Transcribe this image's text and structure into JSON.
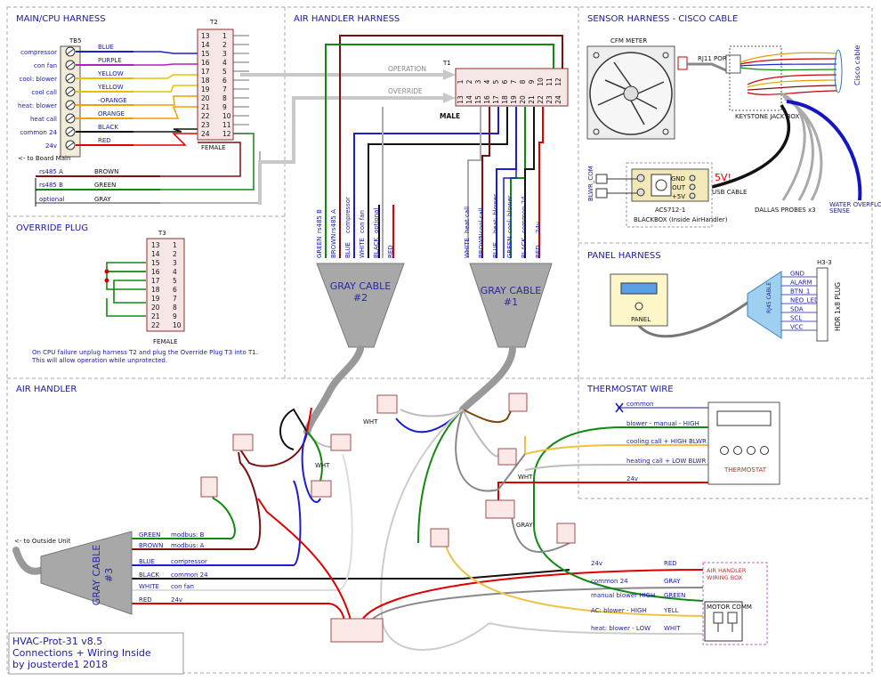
{
  "sections": {
    "main_cpu": "MAIN/CPU HARNESS",
    "air_handler_harness": "AIR HANDLER HARNESS",
    "sensor": "SENSOR HARNESS - CISCO CABLE",
    "override": "OVERRIDE PLUG",
    "panel": "PANEL HARNESS",
    "air_handler": "AIR HANDLER",
    "thermostat": "THERMOSTAT WIRE"
  },
  "tb5": {
    "name": "TB5",
    "terminals": [
      "compressor",
      "con fan",
      "cool: blower",
      "cool call",
      "heat: blower",
      "heat call",
      "common 24",
      "24v"
    ],
    "wires": [
      {
        "color": "BLUE",
        "hex": "#1c1cd0"
      },
      {
        "color": "PURPLE",
        "hex": "#b020c0"
      },
      {
        "color": "YELLOW",
        "hex": "#e8c000"
      },
      {
        "color": "YELLOW",
        "hex": "#e8c000"
      },
      {
        "color": "-ORANGE",
        "hex": "#f0a000"
      },
      {
        "color": "ORANGE",
        "hex": "#f0a000"
      },
      {
        "color": "BLACK",
        "hex": "#111111"
      },
      {
        "color": "RED",
        "hex": "#e00000"
      }
    ],
    "board_note": "<- to Board Main",
    "rs485": [
      {
        "label": "rs485 A",
        "color": "BROWN"
      },
      {
        "label": "rs485 B",
        "color": "GREEN"
      },
      {
        "label": "optional",
        "color": "GRAY"
      }
    ]
  },
  "t2": {
    "name": "T2",
    "left": [
      "13",
      "14",
      "15",
      "16",
      "17",
      "18",
      "19",
      "20",
      "21",
      "22",
      "23",
      "24"
    ],
    "right": [
      "1",
      "2",
      "3",
      "4",
      "5",
      "6",
      "7",
      "8",
      "9",
      "10",
      "11",
      "12"
    ],
    "gender": "FEMALE"
  },
  "t1": {
    "name": "T1",
    "top": [
      "1",
      "2",
      "3",
      "4",
      "5",
      "6",
      "7",
      "8",
      "9",
      "10",
      "11",
      "12"
    ],
    "bottom": [
      "13",
      "14",
      "15",
      "16",
      "17",
      "18",
      "19",
      "20",
      "21",
      "22",
      "23",
      "24"
    ],
    "gender": "MALE",
    "operation": "OPERATION",
    "override": "OVERRIDE"
  },
  "t3": {
    "name": "T3",
    "left": [
      "13",
      "14",
      "15",
      "16",
      "17",
      "18",
      "19",
      "20",
      "21",
      "22"
    ],
    "right": [
      "1",
      "2",
      "3",
      "4",
      "5",
      "6",
      "7",
      "8",
      "9",
      "10"
    ],
    "gender": "FEMALE"
  },
  "override_note": [
    "On CPU failure unplug harness T2 and plug the Override Plug T3 into T1.",
    "This will allow operation while unprotected."
  ],
  "cable2": {
    "title": [
      "GRAY CABLE",
      "#2"
    ],
    "functions": [
      "rs485 B",
      "rs485 A",
      "compressor",
      "con fan",
      "optional"
    ],
    "colors": [
      "GREEN",
      "BROWN",
      "BLUE",
      "WHITE",
      "BLACK",
      "RED"
    ]
  },
  "cable1": {
    "title": [
      "GRAY CABLE",
      "#1"
    ],
    "functions": [
      "heat call",
      "cool call",
      "heat: blower",
      "cool: blower",
      "common 24",
      "24v"
    ],
    "colors": [
      "WHITE",
      "BROWN",
      "BLUE",
      "GREEN",
      "BLACK",
      "RED"
    ]
  },
  "sensor": {
    "cfm": "CFM METER",
    "rj11": "RJ11 PORT",
    "keystone": "KEYSTONE JACK BOX",
    "cisco": "Cisco cable",
    "blwr": "BLWR_COM",
    "acs_pins": [
      "GND",
      "OUT",
      "+5V"
    ],
    "acs_name": "ACS712-1",
    "blackbox": "BLACKBOX (Inside AirHandler)",
    "five_v": "5V!",
    "usb": "USB CABLE",
    "dallas": "DALLAS PROBES x3",
    "overflow": [
      "WATER OVERFLOW",
      "SENSE"
    ]
  },
  "panel": {
    "panel_label": "PANEL",
    "rj45": "RJ45 CABLE",
    "plug_name": "H3-3",
    "plug_title": "HDR 1x8 PLUG",
    "signals": [
      "GND",
      "ALARM",
      "BTN_1",
      "NEO_LED",
      "SDA",
      "SCL",
      "VCC"
    ]
  },
  "thermostat": {
    "lines": [
      "common",
      "blower - manual - HIGH",
      "cooling call + HIGH BLWR",
      "heating call + LOW BLWR",
      "24v"
    ],
    "name": "THERMOSTAT"
  },
  "cable3": {
    "title": [
      "GRAY CABLE",
      "#3"
    ],
    "outside": "<- to Outside Unit",
    "colors": [
      "GREEN",
      "BROWN",
      "BLUE",
      "BLACK",
      "WHITE",
      "RED"
    ],
    "functions": [
      "modbus: B",
      "modbus: A",
      "compressor",
      "common 24",
      "con fan",
      "24v"
    ]
  },
  "wiring_box": {
    "title": [
      "AIR HANDLER",
      "WIRING BOX"
    ],
    "motor": "MOTOR COMM",
    "rows": [
      {
        "fn": "24v",
        "color": "RED"
      },
      {
        "fn": "common 24",
        "color": "GRAY"
      },
      {
        "fn": "manual blower HIGH",
        "color": "GREEN"
      },
      {
        "fn": "AC: blower - HIGH",
        "color": "YELL"
      },
      {
        "fn": "heat: blower - LOW",
        "color": "WHIT"
      }
    ]
  },
  "ah_labels": {
    "wht1": "WHT",
    "wht2": "WHT",
    "wht3": "WHT",
    "gray": "GRAY"
  },
  "title_block": [
    "HVAC-Prot-31 v8.5",
    "Connections + Wiring Inside",
    "by jousterde1  2018"
  ]
}
